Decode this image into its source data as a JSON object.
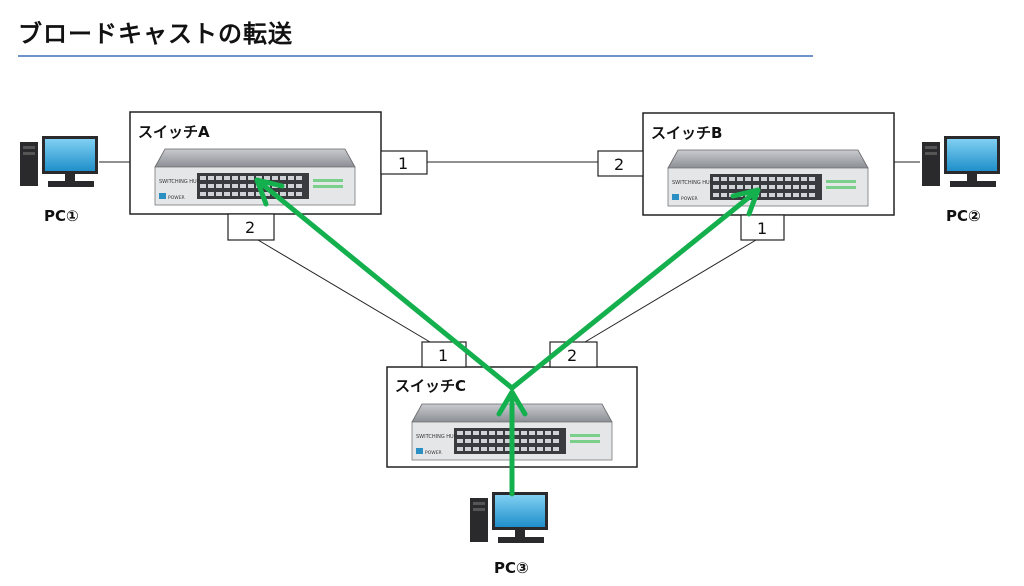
{
  "title": "ブロードキャストの転送",
  "switches": {
    "a": {
      "label": "スイッチA",
      "ports": {
        "p1": "1",
        "p2": "2"
      }
    },
    "b": {
      "label": "スイッチB",
      "ports": {
        "p1": "1",
        "p2": "2"
      }
    },
    "c": {
      "label": "スイッチC",
      "ports": {
        "p1": "1",
        "p2": "2"
      }
    }
  },
  "device_text": {
    "model": "SWITCHING HUB",
    "power": "POWER"
  },
  "pcs": {
    "pc1": "PC①",
    "pc2": "PC②",
    "pc3": "PC③"
  },
  "colors": {
    "arrow": "#14b04e",
    "rule": "#6f93c8",
    "screen": "#3aa7dc",
    "switch_body": "#dadcdf"
  },
  "icons": [
    "pc-icon",
    "switching-hub-icon",
    "arrow"
  ]
}
